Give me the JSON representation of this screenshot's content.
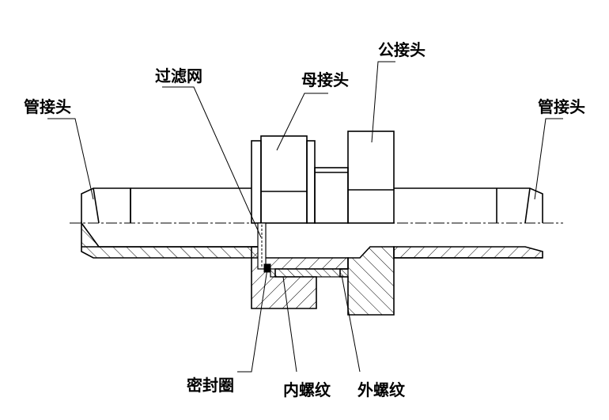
{
  "labels": {
    "pipe_left": "管接头",
    "filter": "过滤网",
    "female": "母接头",
    "male": "公接头",
    "pipe_right": "管接头",
    "seal": "密封圈",
    "inner_thread": "内螺纹",
    "outer_thread": "外螺纹"
  }
}
